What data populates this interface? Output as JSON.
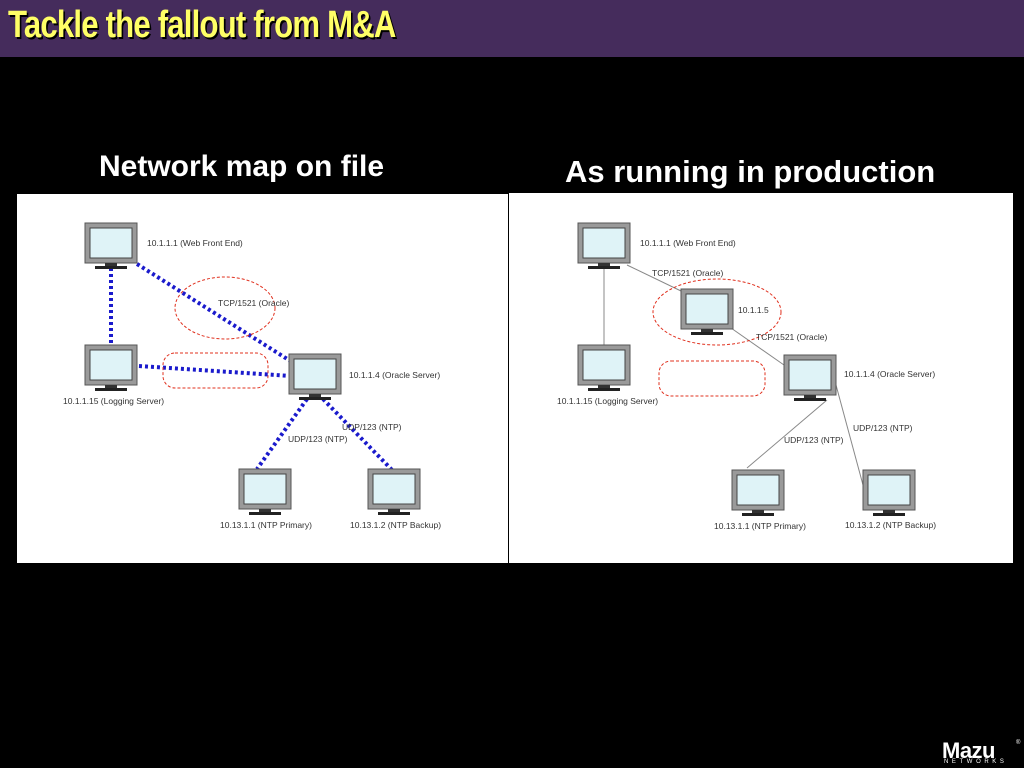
{
  "slide": {
    "title": "Tackle the fallout from M&A"
  },
  "left_panel": {
    "heading": "Network map on file",
    "nodes": {
      "web": "10.1.1.1 (Web Front End)",
      "logging": "10.1.1.15 (Logging Server)",
      "oracle": "10.1.1.4 (Oracle Server)",
      "ntp_primary": "10.13.1.1 (NTP Primary)",
      "ntp_backup": "10.13.1.2 (NTP Backup)"
    },
    "edges": {
      "tcp": "TCP/1521 (Oracle)",
      "udp_primary": "UDP/123 (NTP)",
      "udp_backup": "UDP/123 (NTP)"
    }
  },
  "right_panel": {
    "heading": "As running in production",
    "nodes": {
      "web": "10.1.1.1 (Web Front End)",
      "proxy": "10.1.1.5",
      "logging": "10.1.1.15 (Logging Server)",
      "oracle": "10.1.1.4 (Oracle Server)",
      "ntp_primary": "10.13.1.1 (NTP Primary)",
      "ntp_backup": "10.13.1.2 (NTP Backup)"
    },
    "edges": {
      "tcp_in": "TCP/1521 (Oracle)",
      "tcp_out": "TCP/1521 (Oracle)",
      "udp_primary": "UDP/123 (NTP)",
      "udp_backup": "UDP/123 (NTP)"
    }
  },
  "logo": {
    "word": "Mazu",
    "tm": "®",
    "sub": "NETWORKS"
  },
  "colors": {
    "title_bar": "#452c5c",
    "title_text": "#ffff66",
    "dotted_link": "#1a1acc",
    "highlight_ellipse": "#e0301e"
  }
}
